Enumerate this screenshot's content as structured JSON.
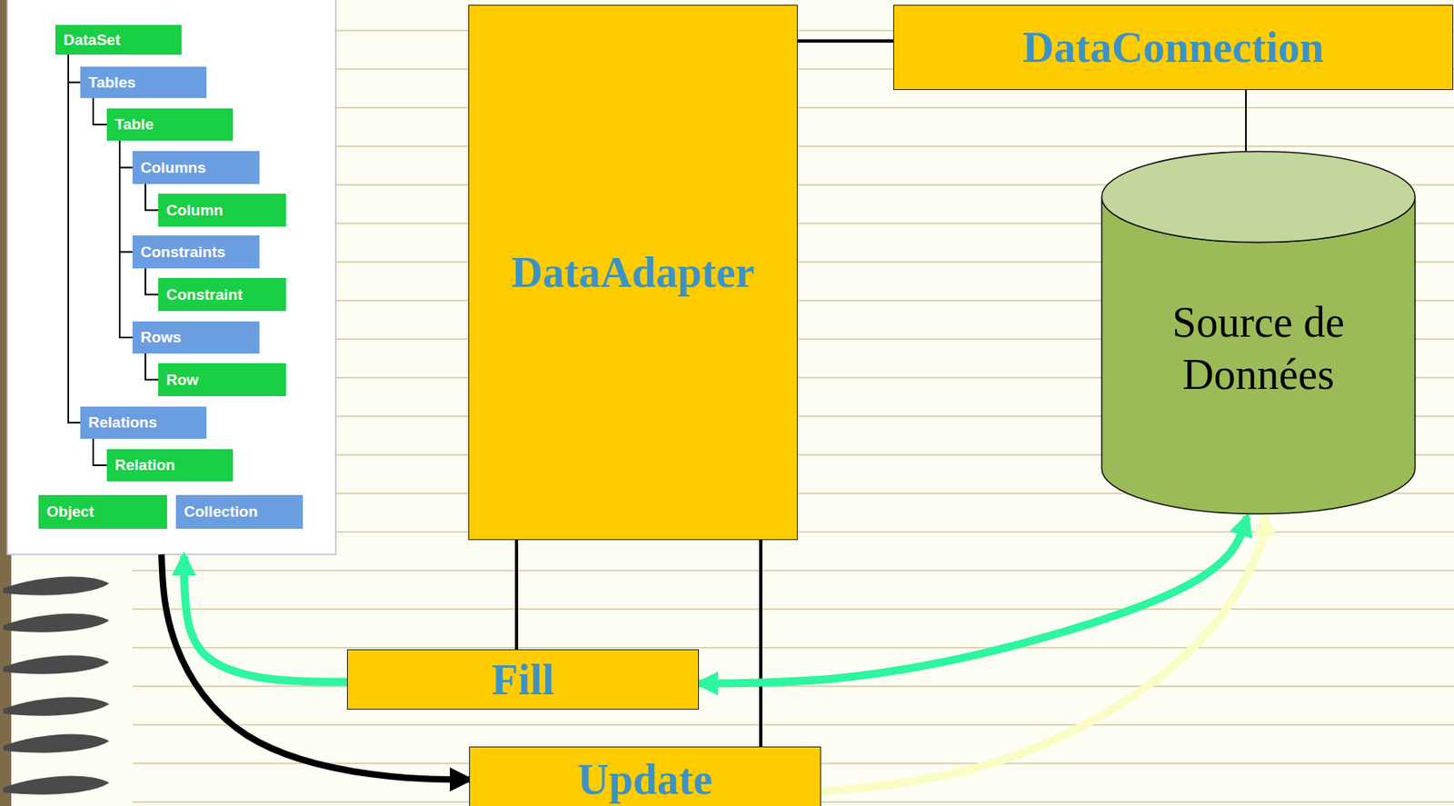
{
  "diagram": {
    "nodes": [
      {
        "text": [
          "DataSet"
        ]
      },
      {
        "text": [
          "Tables"
        ]
      },
      {
        "text": [
          "Table"
        ]
      },
      {
        "text": [
          "Columns"
        ]
      },
      {
        "text": [
          "Column"
        ]
      },
      {
        "text": [
          "Constraints"
        ]
      },
      {
        "text": [
          "Constraint"
        ]
      },
      {
        "text": [
          "Rows"
        ]
      },
      {
        "text": [
          "Row"
        ]
      },
      {
        "text": [
          "Relations"
        ]
      },
      {
        "text": [
          "Relation"
        ]
      },
      {
        "text": [
          "DataAdapter"
        ]
      },
      {
        "text": [
          "DataConnection"
        ]
      },
      {
        "text": [
          "Source de Données"
        ]
      },
      {
        "text": [
          "Fill"
        ]
      },
      {
        "text": [
          "Update"
        ]
      }
    ],
    "edges": [
      {
        "from": 0,
        "to": 1,
        "arrow": "none"
      },
      {
        "from": 0,
        "to": 9,
        "arrow": "none"
      },
      {
        "from": 1,
        "to": 2,
        "arrow": "none"
      },
      {
        "from": 2,
        "to": 3,
        "arrow": "none"
      },
      {
        "from": 2,
        "to": 5,
        "arrow": "none"
      },
      {
        "from": 2,
        "to": 7,
        "arrow": "none"
      },
      {
        "from": 3,
        "to": 4,
        "arrow": "none"
      },
      {
        "from": 5,
        "to": 6,
        "arrow": "none"
      },
      {
        "from": 7,
        "to": 8,
        "arrow": "none"
      },
      {
        "from": 9,
        "to": 10,
        "arrow": "none"
      },
      {
        "from": 11,
        "to": 12,
        "arrow": "none"
      },
      {
        "from": 12,
        "to": 13,
        "arrow": "none"
      },
      {
        "from": 11,
        "to": 14,
        "arrow": "none"
      },
      {
        "from": 11,
        "to": 15,
        "arrow": "none"
      },
      {
        "from": 13,
        "to": 14,
        "arrow": "both"
      },
      {
        "from": 14,
        "to": 0,
        "arrow": "to"
      },
      {
        "from": 0,
        "to": 15,
        "arrow": "to"
      },
      {
        "from": 15,
        "to": 13,
        "arrow": "to"
      }
    ],
    "legend": [
      {
        "text": "Object",
        "color": "#19cf45"
      },
      {
        "text": "Collection",
        "color": "#6b9ee0"
      }
    ]
  }
}
